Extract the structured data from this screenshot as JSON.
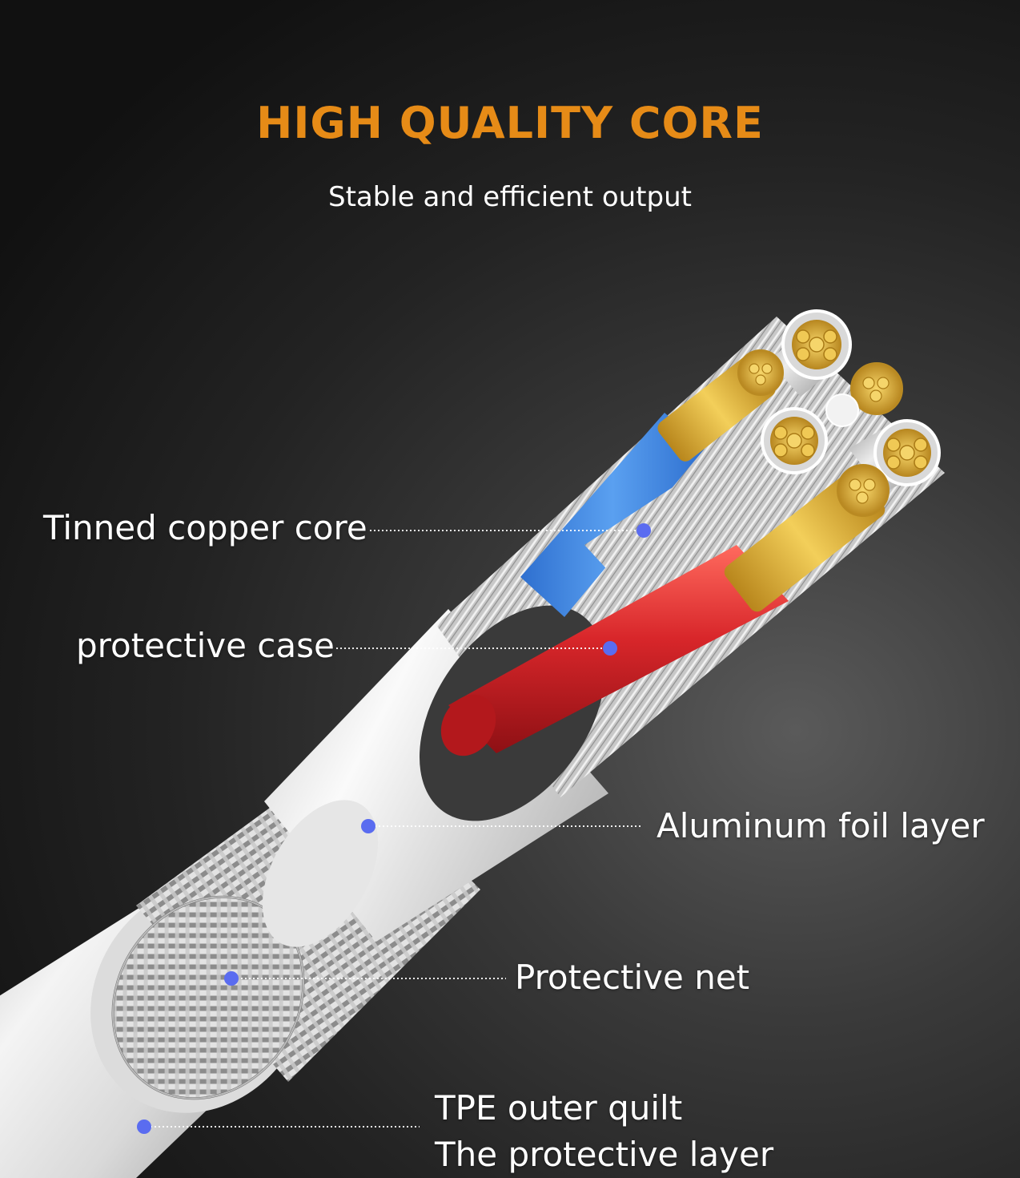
{
  "header": {
    "title": "HIGH QUALITY CORE",
    "subtitle": "Stable and efficient output"
  },
  "callouts": [
    {
      "id": "tinned-copper-core",
      "text": "Tinned copper core"
    },
    {
      "id": "protective-case",
      "text": "protective case"
    },
    {
      "id": "aluminum-foil-layer",
      "text": "Aluminum foil layer"
    },
    {
      "id": "protective-net",
      "text": "Protective net"
    },
    {
      "id": "tpe-outer-quilt",
      "text": "TPE outer quilt"
    },
    {
      "id": "protective-layer",
      "text": "The protective layer"
    }
  ],
  "colors": {
    "title": "#e68b17",
    "marker": "#5a6cf0",
    "wire_red": "#d8262a",
    "wire_blue": "#3f86e0",
    "copper": "#e0b23c",
    "sheath": "#e9e9e9"
  }
}
